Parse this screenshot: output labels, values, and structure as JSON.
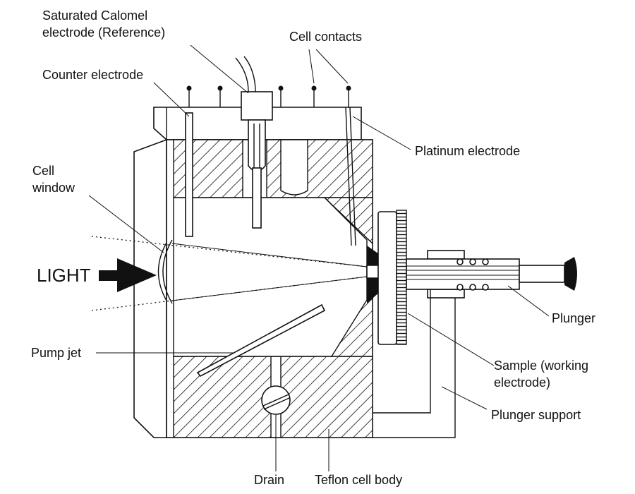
{
  "labels": {
    "calomel_line1": "Saturated Calomel",
    "calomel_line2": "electrode (Reference)",
    "cell_contacts": "Cell contacts",
    "counter_electrode": "Counter electrode",
    "platinum_electrode": "Platinum electrode",
    "cell_window_line1": "Cell",
    "cell_window_line2": "window",
    "light": "LIGHT",
    "pump_jet": "Pump jet",
    "plunger": "Plunger",
    "sample_line1": "Sample (working",
    "sample_line2": "electrode)",
    "plunger_support": "Plunger support",
    "drain": "Drain",
    "teflon_body": "Teflon cell body"
  },
  "colors": {
    "ink": "#111111",
    "paper": "#ffffff"
  }
}
